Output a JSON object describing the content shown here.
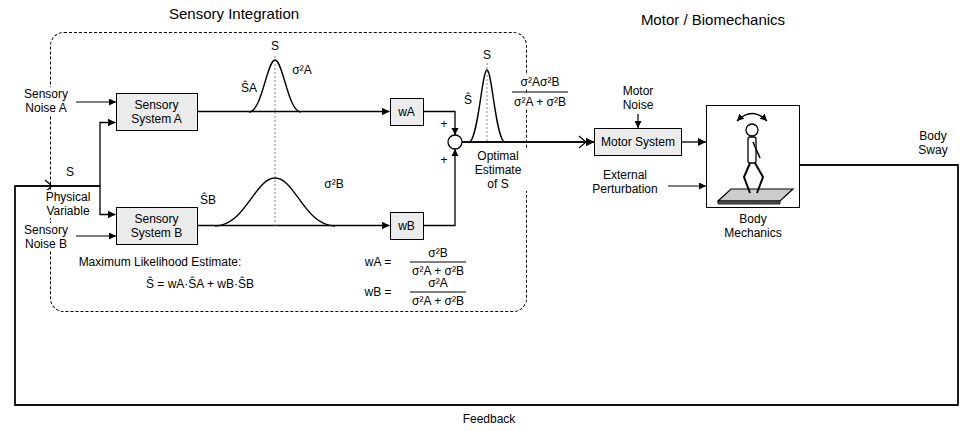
{
  "diagram": {
    "nodes": [
      {
        "text": [
          "Sensory Integration"
        ]
      },
      {
        "text": [
          "Sensory System A"
        ],
        "in": 0
      },
      {
        "text": [
          "Sensory System B"
        ],
        "in": 0
      },
      {
        "text": [
          "wA"
        ],
        "in": 0
      },
      {
        "text": [
          "wB"
        ],
        "in": 0
      },
      {
        "text": [
          "Motor System"
        ]
      },
      {
        "text": [
          "Body Mechanics"
        ]
      }
    ],
    "edges": [
      {
        "from": 6,
        "to": 1,
        "arrow": "to"
      },
      {
        "from": 6,
        "to": 2,
        "arrow": "to"
      },
      {
        "from": 1,
        "to": 3,
        "arrow": "to"
      },
      {
        "from": 2,
        "to": 4,
        "arrow": "to"
      },
      {
        "from": 3,
        "to": 5,
        "arrow": "to"
      },
      {
        "from": 4,
        "to": 5,
        "arrow": "to"
      },
      {
        "from": 5,
        "to": 6,
        "arrow": "to"
      }
    ],
    "labels": [
      "Motor / Biomechanics",
      "S",
      "ŜA",
      "σ²A",
      "Sensory Noise A",
      "S",
      "Physical Variable",
      "ŜB",
      "σ²B",
      "Sensory Noise B",
      "+",
      "+",
      "S",
      "Ŝ",
      "σ²Aσ²B",
      "σ²A + σ²B",
      "Optimal Estimate of S",
      "Maximum Likelihood Estimate:",
      "Ŝ = wA·ŜA + wB·ŜB",
      "wA =",
      "σ²B",
      "σ²A + σ²B",
      "wB =",
      "σ²A",
      "σ²A + σ²B",
      "Motor Noise",
      "External Perturbation",
      "Body Sway",
      "Feedback"
    ]
  }
}
